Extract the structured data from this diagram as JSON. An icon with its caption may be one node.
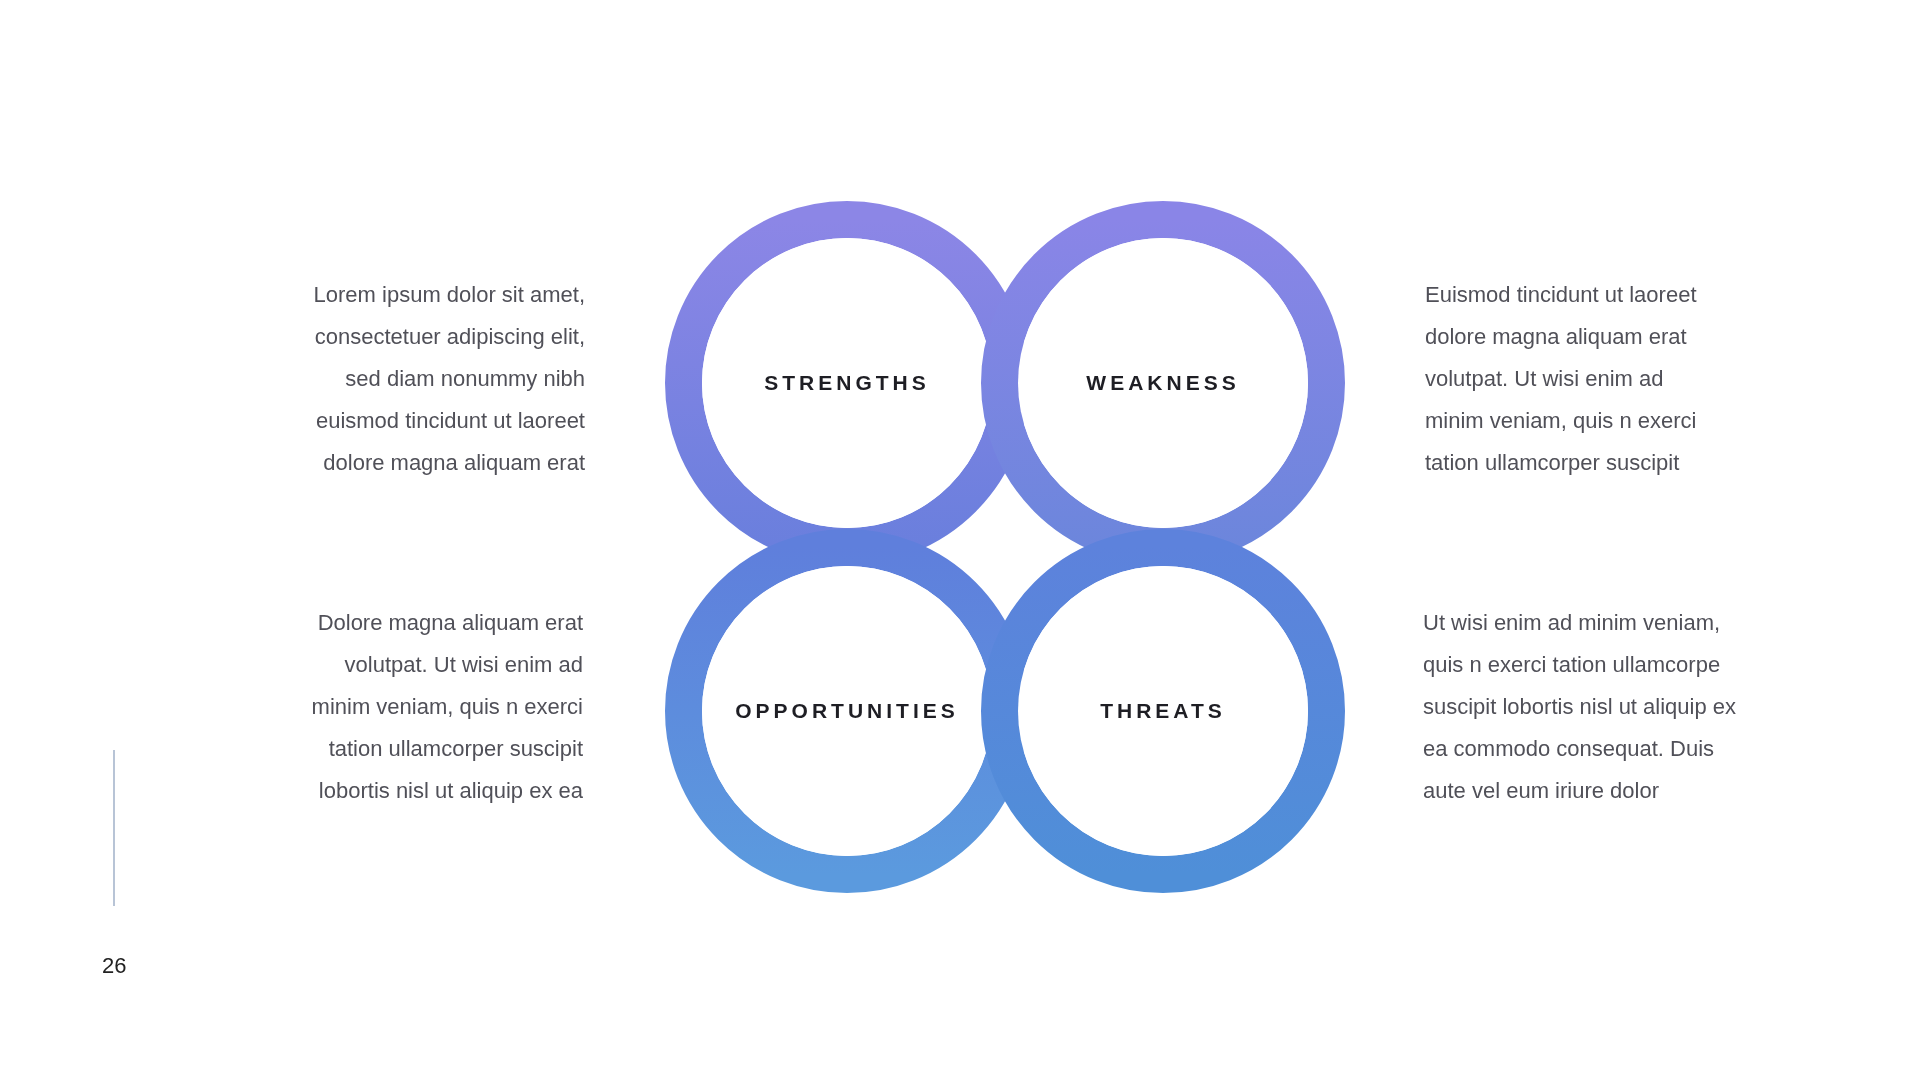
{
  "diagram": {
    "nodes": [
      {
        "text": [
          "STRENGTHS"
        ]
      },
      {
        "text": [
          "WEAKNESS"
        ]
      },
      {
        "text": [
          "OPPORTUNITIES"
        ]
      },
      {
        "text": [
          "THREATS"
        ]
      }
    ],
    "edges": [],
    "labels": [
      "Lorem ipsum dolor sit amet, consectetuer adipiscing elit, sed diam nonummy nibh euismod tincidunt ut laoreet dolore magna aliquam erat",
      "Euismod tincidunt ut laoreet dolore magna aliquam erat volutpat. Ut wisi enim ad minim veniam, quis n exerci tation ullamcorper suscipit",
      "Dolore magna aliquam erat volutpat. Ut wisi enim ad minim veniam, quis n exerci tation ullamcorper suscipit lobortis nisl ut aliquip ex ea",
      "Ut wisi enim ad minim veniam, quis n exerci tation ullamcorpe suscipit lobortis nisl ut aliquip ex ea commodo consequat. Duis aute vel eum iriure dolor",
      "26"
    ]
  }
}
